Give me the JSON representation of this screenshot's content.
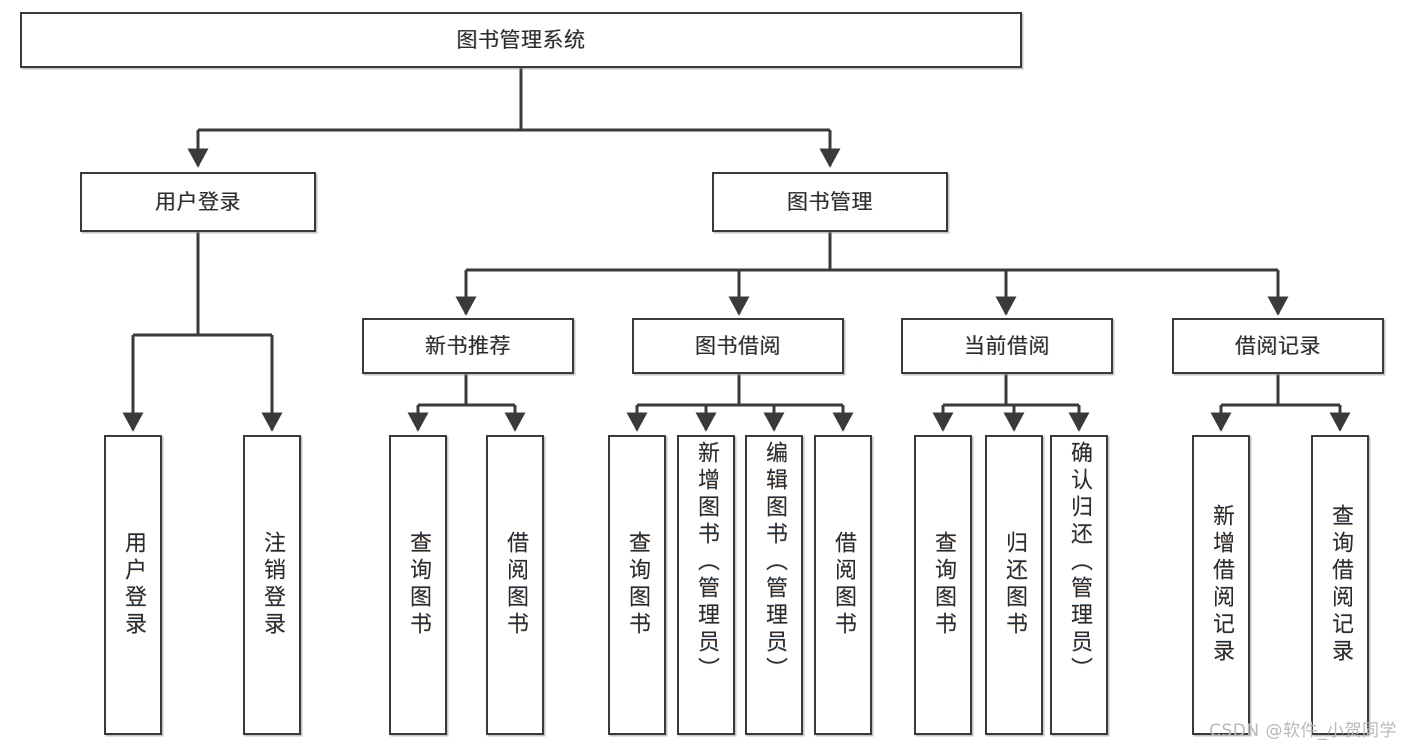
{
  "diagram": {
    "title": "图书管理系统",
    "type": "tree-hierarchy",
    "watermark": "CSDN @软件_小贺同学",
    "colors": {
      "box_border": "#3a3a3a",
      "box_fill": "#ffffff",
      "text": "#2b2b2b",
      "edge": "#3a3a3a",
      "watermark": "#b9b9b9"
    },
    "root": {
      "label": "图书管理系统"
    },
    "level2": [
      {
        "label": "用户登录"
      },
      {
        "label": "图书管理"
      }
    ],
    "level3": [
      {
        "label": "新书推荐"
      },
      {
        "label": "图书借阅"
      },
      {
        "label": "当前借阅"
      },
      {
        "label": "借阅记录"
      }
    ],
    "leaves": {
      "user_login": [
        {
          "label": "用户登录"
        },
        {
          "label": "注销登录"
        }
      ],
      "new_book_recommend": [
        {
          "label": "查询图书"
        },
        {
          "label": "借阅图书"
        }
      ],
      "book_borrow": [
        {
          "label": "查询图书"
        },
        {
          "label": "新增图书（管理员）"
        },
        {
          "label": "编辑图书（管理员）"
        },
        {
          "label": "借阅图书"
        }
      ],
      "current_borrow": [
        {
          "label": "查询图书"
        },
        {
          "label": "归还图书"
        },
        {
          "label": "确认归还（管理员）"
        }
      ],
      "borrow_record": [
        {
          "label": "新增借阅记录"
        },
        {
          "label": "查询借阅记录"
        }
      ]
    }
  }
}
